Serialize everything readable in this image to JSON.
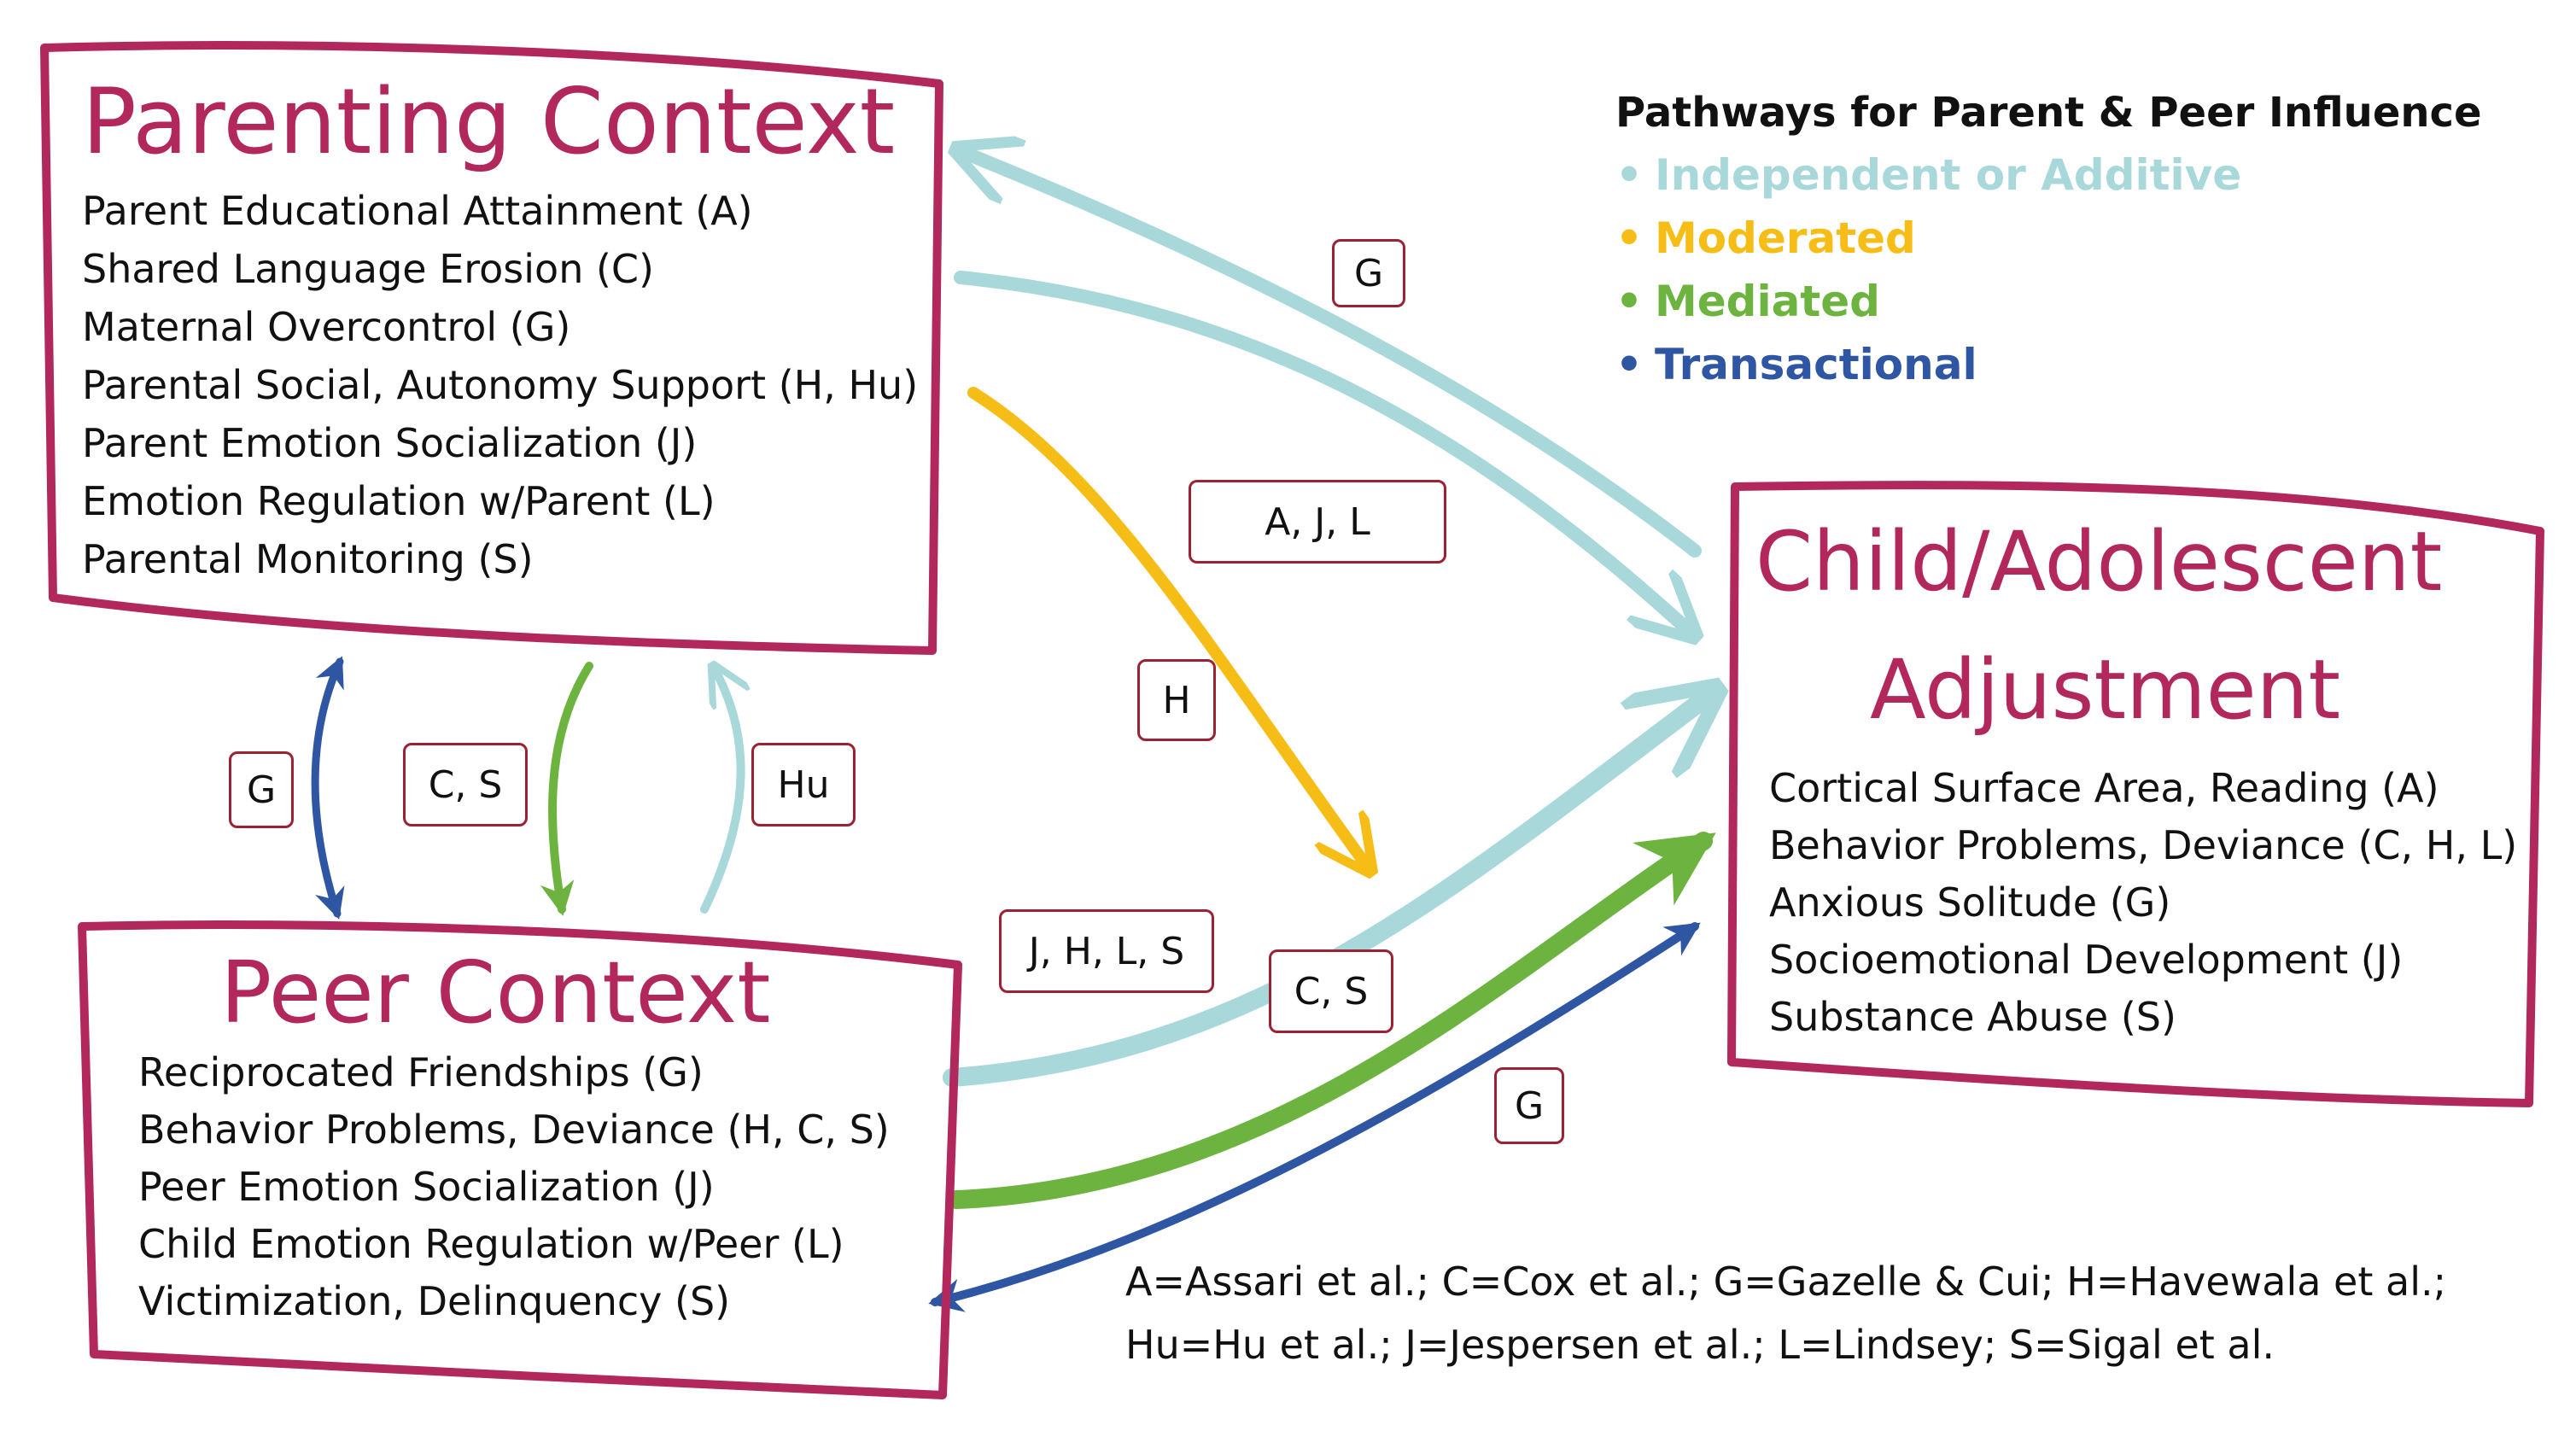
{
  "parenting": {
    "title": "Parenting Context",
    "items": [
      "Parent Educational Attainment (A)",
      "Shared Language Erosion (C)",
      "Maternal Overcontrol (G)",
      "Parental Social, Autonomy Support (H, Hu)",
      "Parent Emotion Socialization (J)",
      "Emotion Regulation w/Parent (L)",
      "Parental Monitoring (S)"
    ]
  },
  "peer": {
    "title": "Peer Context",
    "items": [
      "Reciprocated Friendships (G)",
      "Behavior Problems, Deviance (H, C, S)",
      "Peer Emotion Socialization (J)",
      "Child Emotion Regulation w/Peer (L)",
      "Victimization, Delinquency (S)"
    ]
  },
  "child": {
    "title_line1": "Child/Adolescent",
    "title_line2": "Adjustment",
    "items": [
      "Cortical Surface Area, Reading (A)",
      "Behavior Problems, Deviance (C, H, L)",
      "Anxious Solitude (G)",
      "Socioemotional Development (J)",
      "Substance Abuse (S)"
    ]
  },
  "legend": {
    "title": "Pathways for Parent & Peer Influence",
    "items": [
      {
        "label": "Independent or Additive",
        "color": "#a8d8da"
      },
      {
        "label": "Moderated",
        "color": "#f6bd16"
      },
      {
        "label": "Mediated",
        "color": "#6db33f"
      },
      {
        "label": "Transactional",
        "color": "#2f56a3"
      }
    ]
  },
  "labels": {
    "g_top": "G",
    "ajl": "A, J, L",
    "h": "H",
    "g_left": "G",
    "cs_left": "C, S",
    "hu": "Hu",
    "jhls": "J, H, L, S",
    "cs_mid": "C, S",
    "g_bottom": "G"
  },
  "colors": {
    "box_border": "#b2285c",
    "title": "#b2285c",
    "label_border": "#9c2233",
    "independent": "#a8d8da",
    "moderated": "#f6bd16",
    "mediated": "#6db33f",
    "transactional": "#2f56a3"
  },
  "citations": {
    "line1": "A=Assari et al.; C=Cox et al.; G=Gazelle & Cui; H=Havewala et al.;",
    "line2": "Hu=Hu et al.; J=Jespersen et al.; L=Lindsey; S=Sigal et al."
  }
}
